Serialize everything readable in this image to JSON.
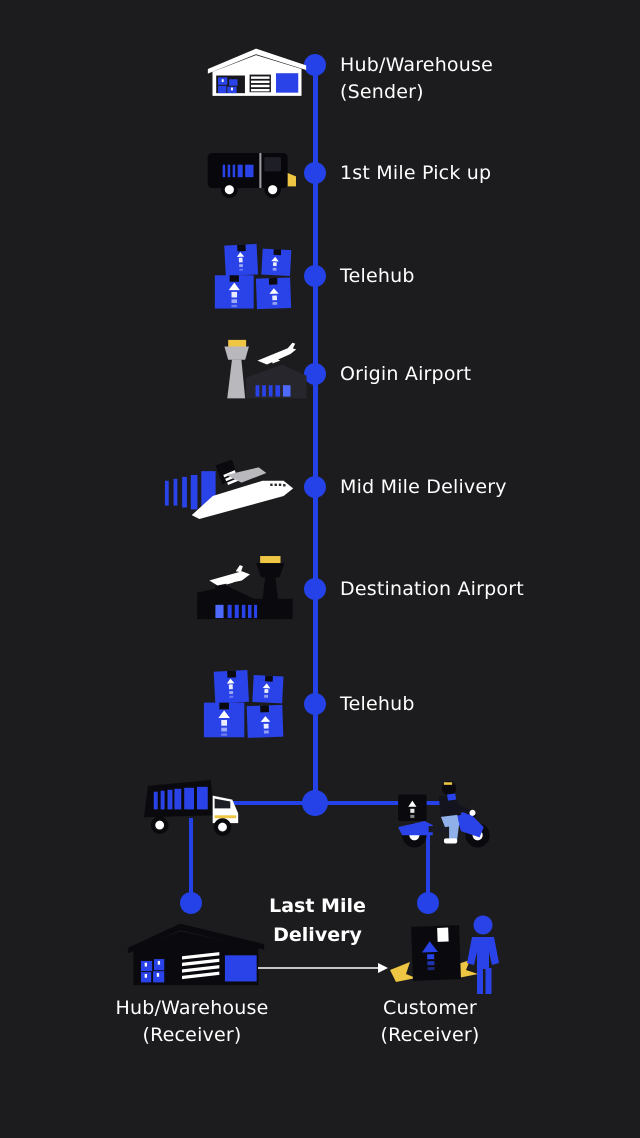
{
  "theme": {
    "background": "#1c1c1e",
    "line_blue": "#2442e8",
    "icon_blue": "#2a43e8",
    "accent_yellow": "#eec643",
    "text": "#ffffff"
  },
  "timeline": {
    "steps": [
      {
        "label": "Hub/Warehouse",
        "sublabel": "(Sender)",
        "icon": "warehouse-sender-icon"
      },
      {
        "label": "1st Mile Pick up",
        "sublabel": "",
        "icon": "pickup-truck-icon"
      },
      {
        "label": "Telehub",
        "sublabel": "",
        "icon": "packages-icon"
      },
      {
        "label": "Origin Airport",
        "sublabel": "",
        "icon": "origin-airport-icon"
      },
      {
        "label": "Mid Mile Delivery",
        "sublabel": "",
        "icon": "airplane-icon"
      },
      {
        "label": "Destination Airport",
        "sublabel": "",
        "icon": "destination-airport-icon"
      },
      {
        "label": "Telehub",
        "sublabel": "",
        "icon": "packages-icon"
      }
    ]
  },
  "branch": {
    "left": {
      "vehicle_icon": "cargo-truck-icon",
      "destination_icon": "warehouse-receiver-icon",
      "label": "Hub/Warehouse",
      "sublabel": "(Receiver)"
    },
    "right": {
      "vehicle_icon": "delivery-scooter-icon",
      "destination_icon": "customer-package-icon",
      "label": "Customer",
      "sublabel": "(Receiver)"
    },
    "center": {
      "line1": "Last Mile",
      "line2": "Delivery",
      "arrow_icon": "right-arrow-icon"
    }
  }
}
